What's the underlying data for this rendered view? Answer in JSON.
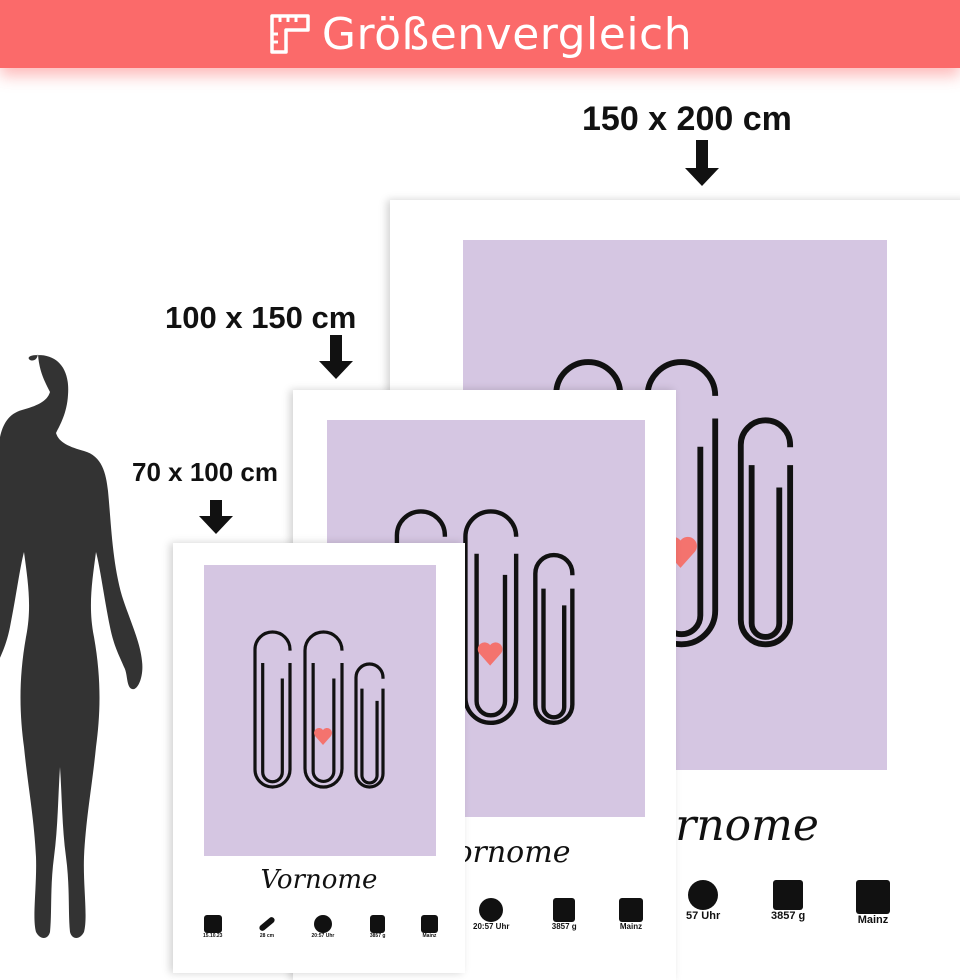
{
  "banner": {
    "title": "Größenvergleich",
    "icon": "ruler-square-icon"
  },
  "sizes": {
    "large": "150 x 200 cm",
    "medium": "100 x 150 cm",
    "small": "70 x 100 cm"
  },
  "poster": {
    "name": "Vornome",
    "facts_small": [
      "15.10.23",
      "28 cm",
      "20:57 Uhr",
      "3857 g",
      "Mainz"
    ],
    "facts_medium": [
      "20:57 Uhr",
      "3857 g",
      "Mainz"
    ],
    "facts_large": [
      "57 Uhr",
      "3857 g",
      "Mainz"
    ]
  },
  "colors": {
    "banner": "#fb6a6a",
    "art_bg": "#d5c6e2",
    "heart": "#f4736e"
  }
}
